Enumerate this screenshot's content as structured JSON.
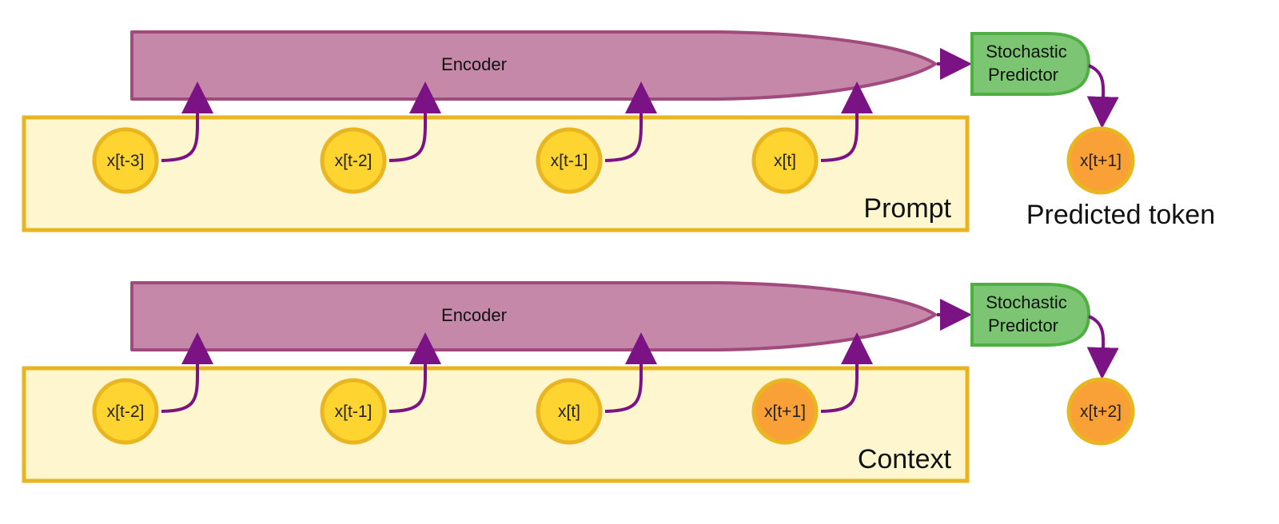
{
  "colors": {
    "background": "#ffffff",
    "box_fill": "#fdf6cf",
    "box_stroke": "#e8b521",
    "encoder_fill": "#c688a8",
    "encoder_stroke": "#a04a7e",
    "arrow": "#7b1385",
    "predictor_fill": "#7cc573",
    "predictor_stroke": "#4faf43",
    "token_yellow": "#fdd430",
    "token_yellow_stroke": "#e9b520",
    "token_orange": "#f9a036",
    "token_orange_stroke": "#e9b520"
  },
  "rows": [
    {
      "encoder_label": "Encoder",
      "predictor_label_line1": "Stochastic",
      "predictor_label_line2": "Predictor",
      "box_label": "Prompt",
      "tokens": [
        {
          "label": "x[t-3]",
          "kind": "yellow"
        },
        {
          "label": "x[t-2]",
          "kind": "yellow"
        },
        {
          "label": "x[t-1]",
          "kind": "yellow"
        },
        {
          "label": "x[t]",
          "kind": "yellow"
        }
      ],
      "output_token": {
        "label": "x[t+1]",
        "kind": "orange"
      },
      "output_caption": "Predicted token"
    },
    {
      "encoder_label": "Encoder",
      "predictor_label_line1": "Stochastic",
      "predictor_label_line2": "Predictor",
      "box_label": "Context",
      "tokens": [
        {
          "label": "x[t-2]",
          "kind": "yellow"
        },
        {
          "label": "x[t-1]",
          "kind": "yellow"
        },
        {
          "label": "x[t]",
          "kind": "yellow"
        },
        {
          "label": "x[t+1]",
          "kind": "orange"
        }
      ],
      "output_token": {
        "label": "x[t+2]",
        "kind": "orange"
      },
      "output_caption": ""
    }
  ]
}
